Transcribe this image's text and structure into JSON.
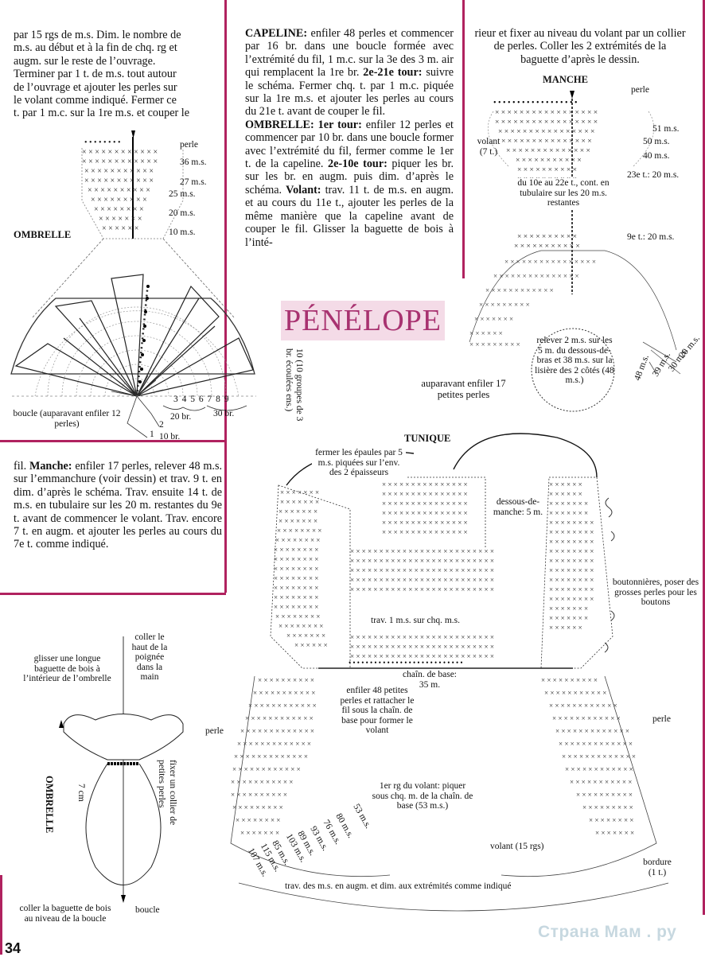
{
  "col1_top": [
    "par 15 rgs de m.s. Dim. le nombre de",
    "m.s. au début et à la fin de chq. rg et",
    "augm. sur le reste de l’ouvrage.",
    "Terminer par 1 t. de m.s. tout autour",
    "de l’ouvrage et ajouter les perles sur",
    "le volant comme indiqué. Fermer ce",
    "t. par 1 m.c. sur la 1re m.s. et couper le"
  ],
  "col2": {
    "capeline_h": "CAPELINE:",
    "capeline_t": "enfiler 48 perles et commencer par 16 br. dans une boucle formée avec l’extrémité du fil, 1 m.c. sur la 3e des 3 m. air qui remplacent la 1re br.",
    "tour_h": "2e-21e tour:",
    "tour_t": "suivre le schéma. Fermer chq. t. par 1 m.c. piquée sur la 1re m.s. et ajouter les perles au cours du 21e t. avant de couper le fil.",
    "ombrelle_h": "OMBRELLE: 1er tour:",
    "ombrelle_t": "enfiler 12 perles et commencer par 10 br. dans une boucle former avec l’extrémité du fil, fermer comme le 1er t. de la capeline.",
    "tour2_h": "2e-10e tour:",
    "tour2_t": "piquer les br. sur les br. en augm. puis dim. d’après le schéma.",
    "volant_h": "Volant:",
    "volant_t": "trav. 11 t. de m.s. en augm. et au cours du 11e t., ajouter les perles de la même manière que la capeline avant de couper le fil. Glisser la baguette de bois à l’inté-"
  },
  "col3_top": "rieur et fixer au niveau du volant par un collier de perles. Coller les 2 extrémités de la baguette d’après le dessin.",
  "title": "PÉNÉLOPE",
  "col1_mid": {
    "lead": "fil.",
    "manche_h": "Manche:",
    "manche_t": "enfiler 17 perles, relever 48 m.s. sur l’emmanchure (voir dessin) et trav. 9 t. en dim. d’après le schéma. Trav. ensuite 14 t. de m.s. en tubulaire sur les 20 m. restantes du 9e t. avant de commencer le volant. Trav. encore 7 t. en augm. et ajouter les perles au cours du 7e t. comme indiqué."
  },
  "ombrelle_top": {
    "label": "OMBRELLE",
    "perle": "perle",
    "rows": [
      "36 m.s.",
      "27 m.s.",
      "25 m.s.",
      "20 m.s.",
      "10 m.s."
    ],
    "boucle": "boucle (auparavant enfiler 12 perles)",
    "ring_nums": "3 4 5  6 7 8 9",
    "r20": "20 br.",
    "r30": "30 br.",
    "r10": "10 br.",
    "n1": "1",
    "n2": "2",
    "side": "10 (10 groupes de 3 br. écoulées ens.)"
  },
  "manche": {
    "label": "MANCHE",
    "perle": "perle",
    "r51": "51 m.s.",
    "r50": "50 m.s.",
    "r40": "40 m.s.",
    "volant": "volant (7 t.)",
    "r23": "23e t.: 20 m.s.",
    "tub": "du 10e au 22e t., cont. en tubulaire sur les 20 m.s. restantes",
    "r9": "9e t.: 20 m.s.",
    "relever": "relever 2 m.s. sur les 5 m. du dessous-de-bras et 38 m.s. sur la lisière des 2 côtés (48 m.s.)",
    "m48": "48 m.s.",
    "m39": "39 m.s.",
    "m30": "30 m.s.",
    "m20": "20 m.s.",
    "enfiler": "auparavant enfiler 17 petites perles"
  },
  "tunique": {
    "label": "TUNIQUE",
    "fermer": "fermer les épaules par 5 m.s. piquées sur l’env. des 2 épaisseurs",
    "dessous": "dessous-de-manche: 5 m.",
    "trav": "trav. 1 m.s. sur chq. m.s.",
    "bouton": "boutonnières, poser des grosses perles pour les boutons",
    "chain": "chaîn. de base: 35 m.",
    "enfiler48": "enfiler 48 petites perles et rattacher le fil sous la chaîn. de base pour former le volant",
    "perle_l": "perle",
    "perle_r": "perle",
    "rg1": "1er rg du volant: piquer sous chq. m. de la chaîn. de base (53 m.s.)",
    "counts": [
      "53 m.s.",
      "80 m.s.",
      "76 m.s.",
      "93 m.s.",
      "89 m.s.",
      "103 m.s.",
      "85 m.s.",
      "115 m.s.",
      "107 m.s."
    ],
    "volant": "volant (15 rgs)",
    "bordure": "bordure (1 t.)",
    "bottom": "trav. des m.s. en augm. et dim. aux extrémités comme indiqué"
  },
  "assembly": {
    "coller": "coller le haut de la poignée dans la main",
    "glisser": "glisser une longue baguette de bois à l’intérieur de l’ombrelle",
    "label": "OMBRELLE",
    "cm": "7 cm",
    "fixer": "fixer un collier de petites perles",
    "boucle": "boucle",
    "coller2": "coller la baguette de bois au niveau de la boucle"
  },
  "page_num": "34",
  "watermark": "Страна Мам . ру"
}
